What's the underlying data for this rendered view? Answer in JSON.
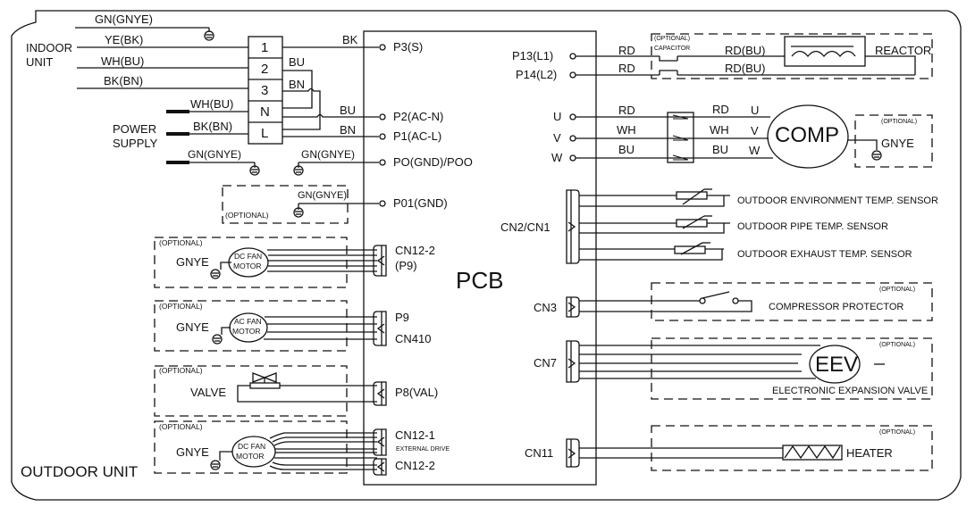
{
  "diagram": {
    "outdoor_unit_label": "OUTDOOR UNIT",
    "pcb_label": "PCB",
    "indoor_unit": {
      "label_line1": "INDOOR",
      "label_line2": "UNIT"
    },
    "power_supply": {
      "label_line1": "POWER",
      "label_line2": "SUPPLY"
    },
    "terminal_block": [
      "1",
      "2",
      "3",
      "N",
      "L"
    ],
    "left_wires": {
      "indoor_ground": "GN(GNYE)",
      "wire1": "YE(BK)",
      "wire2": "WH(BU)",
      "wire3": "BK(BN)",
      "supply_n": "WH(BU)",
      "supply_l": "BK(BN)",
      "supply_ground": "GN(GNYE)",
      "pcb_ground": "GN(GNYE)",
      "bridge_bu": "BU",
      "bridge_bn": "BN",
      "to_p3": "BK",
      "to_p2": "BU",
      "to_p1": "BN"
    },
    "pcb_left_terminals": {
      "p3": "P3(S)",
      "p2": "P2(AC-N)",
      "p1": "P1(AC-L)",
      "po": "PO(GND)/POO",
      "p01": "P01(GND)"
    },
    "optional_ground": {
      "optional": "(OPTIONAL)",
      "wire": "GN(GNYE)"
    },
    "left_modules": [
      {
        "optional": "(OPTIONAL)",
        "ground": "GNYE",
        "device_line1": "DC FAN",
        "device_line2": "MOTOR",
        "conn_line1": "CN12-2",
        "conn_line2": "(P9)"
      },
      {
        "optional": "(OPTIONAL)",
        "ground": "GNYE",
        "device_line1": "AC FAN",
        "device_line2": "MOTOR",
        "conn_line1": "P9",
        "conn_line2": "CN410"
      },
      {
        "optional": "(OPTIONAL)",
        "device": "VALVE",
        "conn_line1": "P8(VAL)"
      },
      {
        "optional": "(OPTIONAL)",
        "ground": "GNYE",
        "device_line1": "DC FAN",
        "device_line2": "MOTOR",
        "conn_line1": "CN12-1",
        "conn_note": "EXTERNAL DRIVE",
        "conn_line2": "CN12-2"
      }
    ],
    "pcb_right_terminals": {
      "p13": "P13(L1)",
      "p14": "P14(L2)",
      "u": "U",
      "v": "V",
      "w": "W",
      "cn2": "CN2/CN1",
      "cn3": "CN3",
      "cn7": "CN7",
      "cn11": "CN11"
    },
    "reactor_section": {
      "optional": "(OPTIONAL)",
      "capacitor": "CAPACITOR",
      "wire_top_left": "RD",
      "wire_bottom_left": "RD",
      "wire_top_right": "RD(BU)",
      "wire_bottom_right": "RD(BU)",
      "reactor": "REACTOR"
    },
    "compressor": {
      "left_wires": [
        "RD",
        "WH",
        "BU"
      ],
      "right_wires": [
        "RD",
        "WH",
        "BU"
      ],
      "phases": [
        "U",
        "V",
        "W"
      ],
      "label": "COMP",
      "optional": "(OPTIONAL)",
      "ground": "GNYE"
    },
    "sensors": [
      "OUTDOOR  ENVIRONMENT  TEMP. SENSOR",
      "OUTDOOR  PIPE  TEMP. SENSOR",
      "OUTDOOR  EXHAUST  TEMP. SENSOR"
    ],
    "protector": {
      "optional": "(OPTIONAL)",
      "label": "COMPRESSOR  PROTECTOR"
    },
    "eev": {
      "optional": "(OPTIONAL)",
      "label": "EEV",
      "description": "ELECTRONIC  EXPANSION  VALVE"
    },
    "heater": {
      "optional": "(OPTIONAL)",
      "label": "HEATER"
    }
  }
}
